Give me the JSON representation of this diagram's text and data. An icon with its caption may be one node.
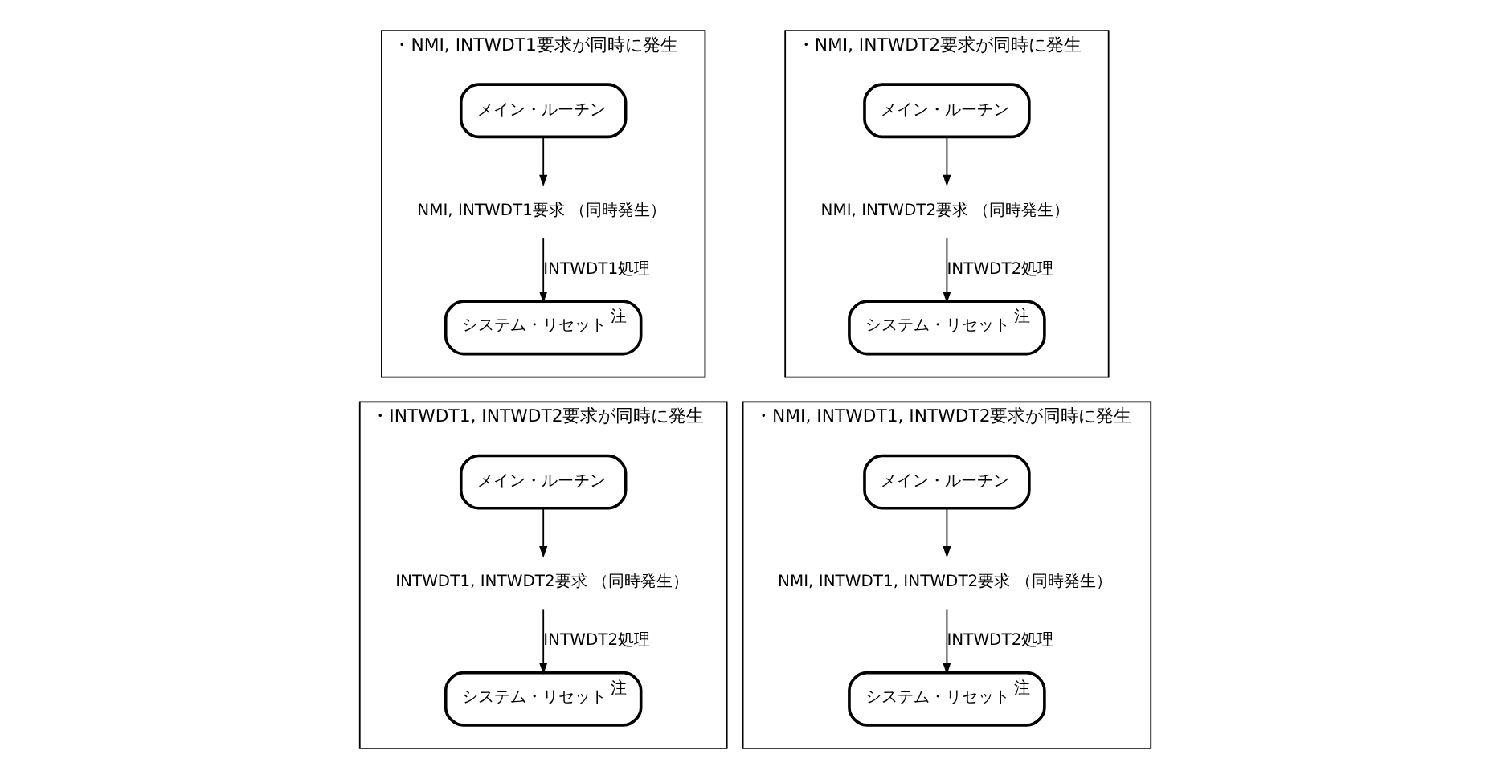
{
  "diagram": {
    "nodes": [
      {
        "text": [
          "・NMI, INTWDT1要求が同時に発生"
        ]
      },
      {
        "text": [
          "メイン・ルーチン"
        ],
        "in": 0
      },
      {
        "text": [
          "NMI, INTWDT1要求 （同時発生）"
        ],
        "in": 0
      },
      {
        "text": [
          "システム・リセット$^{注}$"
        ],
        "in": 0
      },
      {
        "text": [
          "・NMI, INTWDT2要求が同時に発生"
        ]
      },
      {
        "text": [
          "メイン・ルーチン"
        ],
        "in": 4
      },
      {
        "text": [
          "NMI, INTWDT2要求 （同時発生）"
        ],
        "in": 4
      },
      {
        "text": [
          "システム・リセット$^{注}$"
        ],
        "in": 4
      },
      {
        "text": [
          "・INTWDT1, INTWDT2要求が同時に発生"
        ]
      },
      {
        "text": [
          "メイン・ルーチン"
        ],
        "in": 8
      },
      {
        "text": [
          "INTWDT1, INTWDT2要求 （同時発生）"
        ],
        "in": 8
      },
      {
        "text": [
          "システム・リセット$^{注}$"
        ],
        "in": 8
      },
      {
        "text": [
          "・NMI, INTWDT1, INTWDT2要求が同時に発生"
        ]
      },
      {
        "text": [
          "メイン・ルーチン"
        ],
        "in": 12
      },
      {
        "text": [
          "NMI, INTWDT1, INTWDT2要求 （同時発生）"
        ],
        "in": 12
      },
      {
        "text": [
          "システム・リセット$^{注}$"
        ],
        "in": 12
      }
    ],
    "edges": [
      {
        "from": 1,
        "to": 2,
        "arrow": "to"
      },
      {
        "from": 2,
        "to": 3,
        "arrow": "to",
        "label": "INTWDT1処理"
      },
      {
        "from": 5,
        "to": 6,
        "arrow": "to"
      },
      {
        "from": 6,
        "to": 7,
        "arrow": "to",
        "label": "INTWDT2処理"
      },
      {
        "from": 9,
        "to": 10,
        "arrow": "to"
      },
      {
        "from": 10,
        "to": 11,
        "arrow": "to",
        "label": "INTWDT2処理"
      },
      {
        "from": 13,
        "to": 14,
        "arrow": "to"
      },
      {
        "from": 14,
        "to": 15,
        "arrow": "to",
        "label": "INTWDT2処理"
      }
    ]
  }
}
